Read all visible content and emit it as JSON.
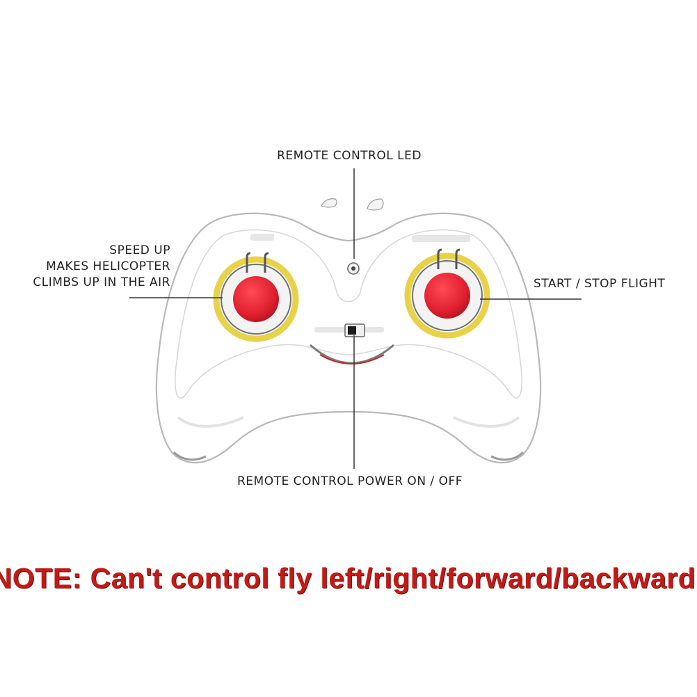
{
  "labels": {
    "led": "REMOTE CONTROL LED",
    "speed_up": [
      "SPEED UP",
      "MAKES HELICOPTER",
      "CLIMBS UP IN THE AIR"
    ],
    "start_stop": "START / STOP FLIGHT",
    "power": "REMOTE CONTROL POWER ON / OFF"
  },
  "note": "NOTE: Can't control fly left/right/forward/backward!",
  "colors": {
    "note_red": "#c11b17",
    "button_red": "#e0202e",
    "ring_yellow": "#e8d24a",
    "smile_red": "#c8252a",
    "controller_body": "#ffffff"
  }
}
